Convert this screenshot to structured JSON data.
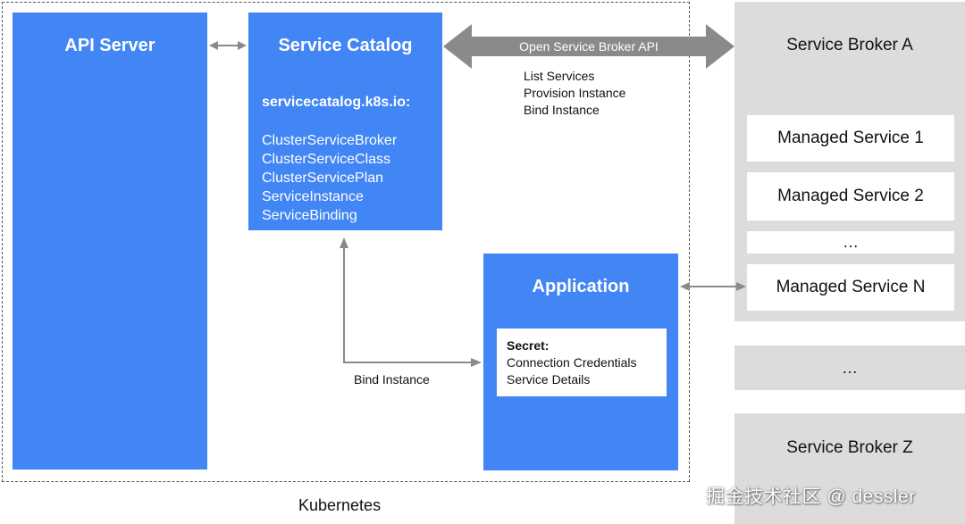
{
  "kubernetes": {
    "label": "Kubernetes"
  },
  "api_server": {
    "title": "API Server"
  },
  "service_catalog": {
    "title": "Service Catalog",
    "group": "servicecatalog.k8s.io:",
    "resources": [
      "ClusterServiceBroker",
      "ClusterServiceClass",
      "ClusterServicePlan",
      "ServiceInstance",
      "ServiceBinding"
    ]
  },
  "osb_api": {
    "label": "Open Service Broker API",
    "operations": [
      "List Services",
      "Provision Instance",
      "Bind Instance"
    ]
  },
  "application": {
    "title": "Application",
    "secret": {
      "title": "Secret:",
      "lines": [
        "Connection Credentials",
        "Service Details"
      ]
    }
  },
  "bind_instance_label": "Bind Instance",
  "broker_a": {
    "title": "Service Broker A",
    "services": [
      "Managed Service 1",
      "Managed Service 2",
      "…",
      "Managed Service N"
    ]
  },
  "broker_middle": {
    "label": "…"
  },
  "broker_z": {
    "title": "Service Broker Z"
  },
  "watermark": {
    "text": "掘金技术社区 @ dessler"
  },
  "colors": {
    "primary_blue": "#4285f4",
    "broker_gray": "#dcdcdc",
    "arrow_gray": "#8a8a8a"
  }
}
